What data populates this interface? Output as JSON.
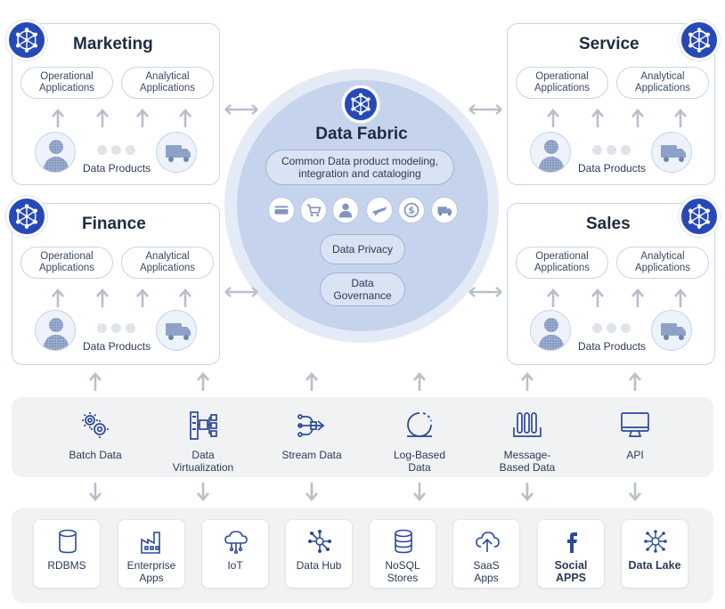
{
  "domains": {
    "marketing": {
      "title": "Marketing",
      "operational": "Operational Applications",
      "analytical": "Analytical Applications",
      "data_products": "Data Products"
    },
    "service": {
      "title": "Service",
      "operational": "Operational Applications",
      "analytical": "Analytical Applications",
      "data_products": "Data Products"
    },
    "finance": {
      "title": "Finance",
      "operational": "Operational Applications",
      "analytical": "Analytical Applications",
      "data_products": "Data Products"
    },
    "sales": {
      "title": "Sales",
      "operational": "Operational Applications",
      "analytical": "Analytical Applications",
      "data_products": "Data Products"
    }
  },
  "fabric": {
    "title": "Data Fabric",
    "modeling": "Common Data product modeling, integration and cataloging",
    "privacy": "Data Privacy",
    "governance": "Data Governance"
  },
  "integration": [
    {
      "label": "Batch Data",
      "icon": "gears-icon"
    },
    {
      "label": "Data Virtualization",
      "icon": "virtualization-icon"
    },
    {
      "label": "Stream Data",
      "icon": "stream-icon"
    },
    {
      "label": "Log-Based Data",
      "icon": "log-icon"
    },
    {
      "label": "Message-Based Data",
      "icon": "message-queue-icon"
    },
    {
      "label": "API",
      "icon": "monitor-icon"
    }
  ],
  "sources": [
    {
      "label": "RDBMS",
      "icon": "database-icon"
    },
    {
      "label": "Enterprise Apps",
      "icon": "factory-icon"
    },
    {
      "label": "IoT",
      "icon": "cloud-iot-icon"
    },
    {
      "label": "Data Hub",
      "icon": "hub-icon"
    },
    {
      "label": "NoSQL Stores",
      "icon": "nosql-icon"
    },
    {
      "label": "SaaS Apps",
      "icon": "cloud-upload-icon"
    },
    {
      "label": "Social APPS",
      "icon": "facebook-icon"
    },
    {
      "label": "Data Lake",
      "icon": "network-icon"
    }
  ],
  "colors": {
    "accent": "#2749b8",
    "border": "#c8d4e8",
    "fabric": "#c5d4ec",
    "band": "#f1f2f4"
  }
}
